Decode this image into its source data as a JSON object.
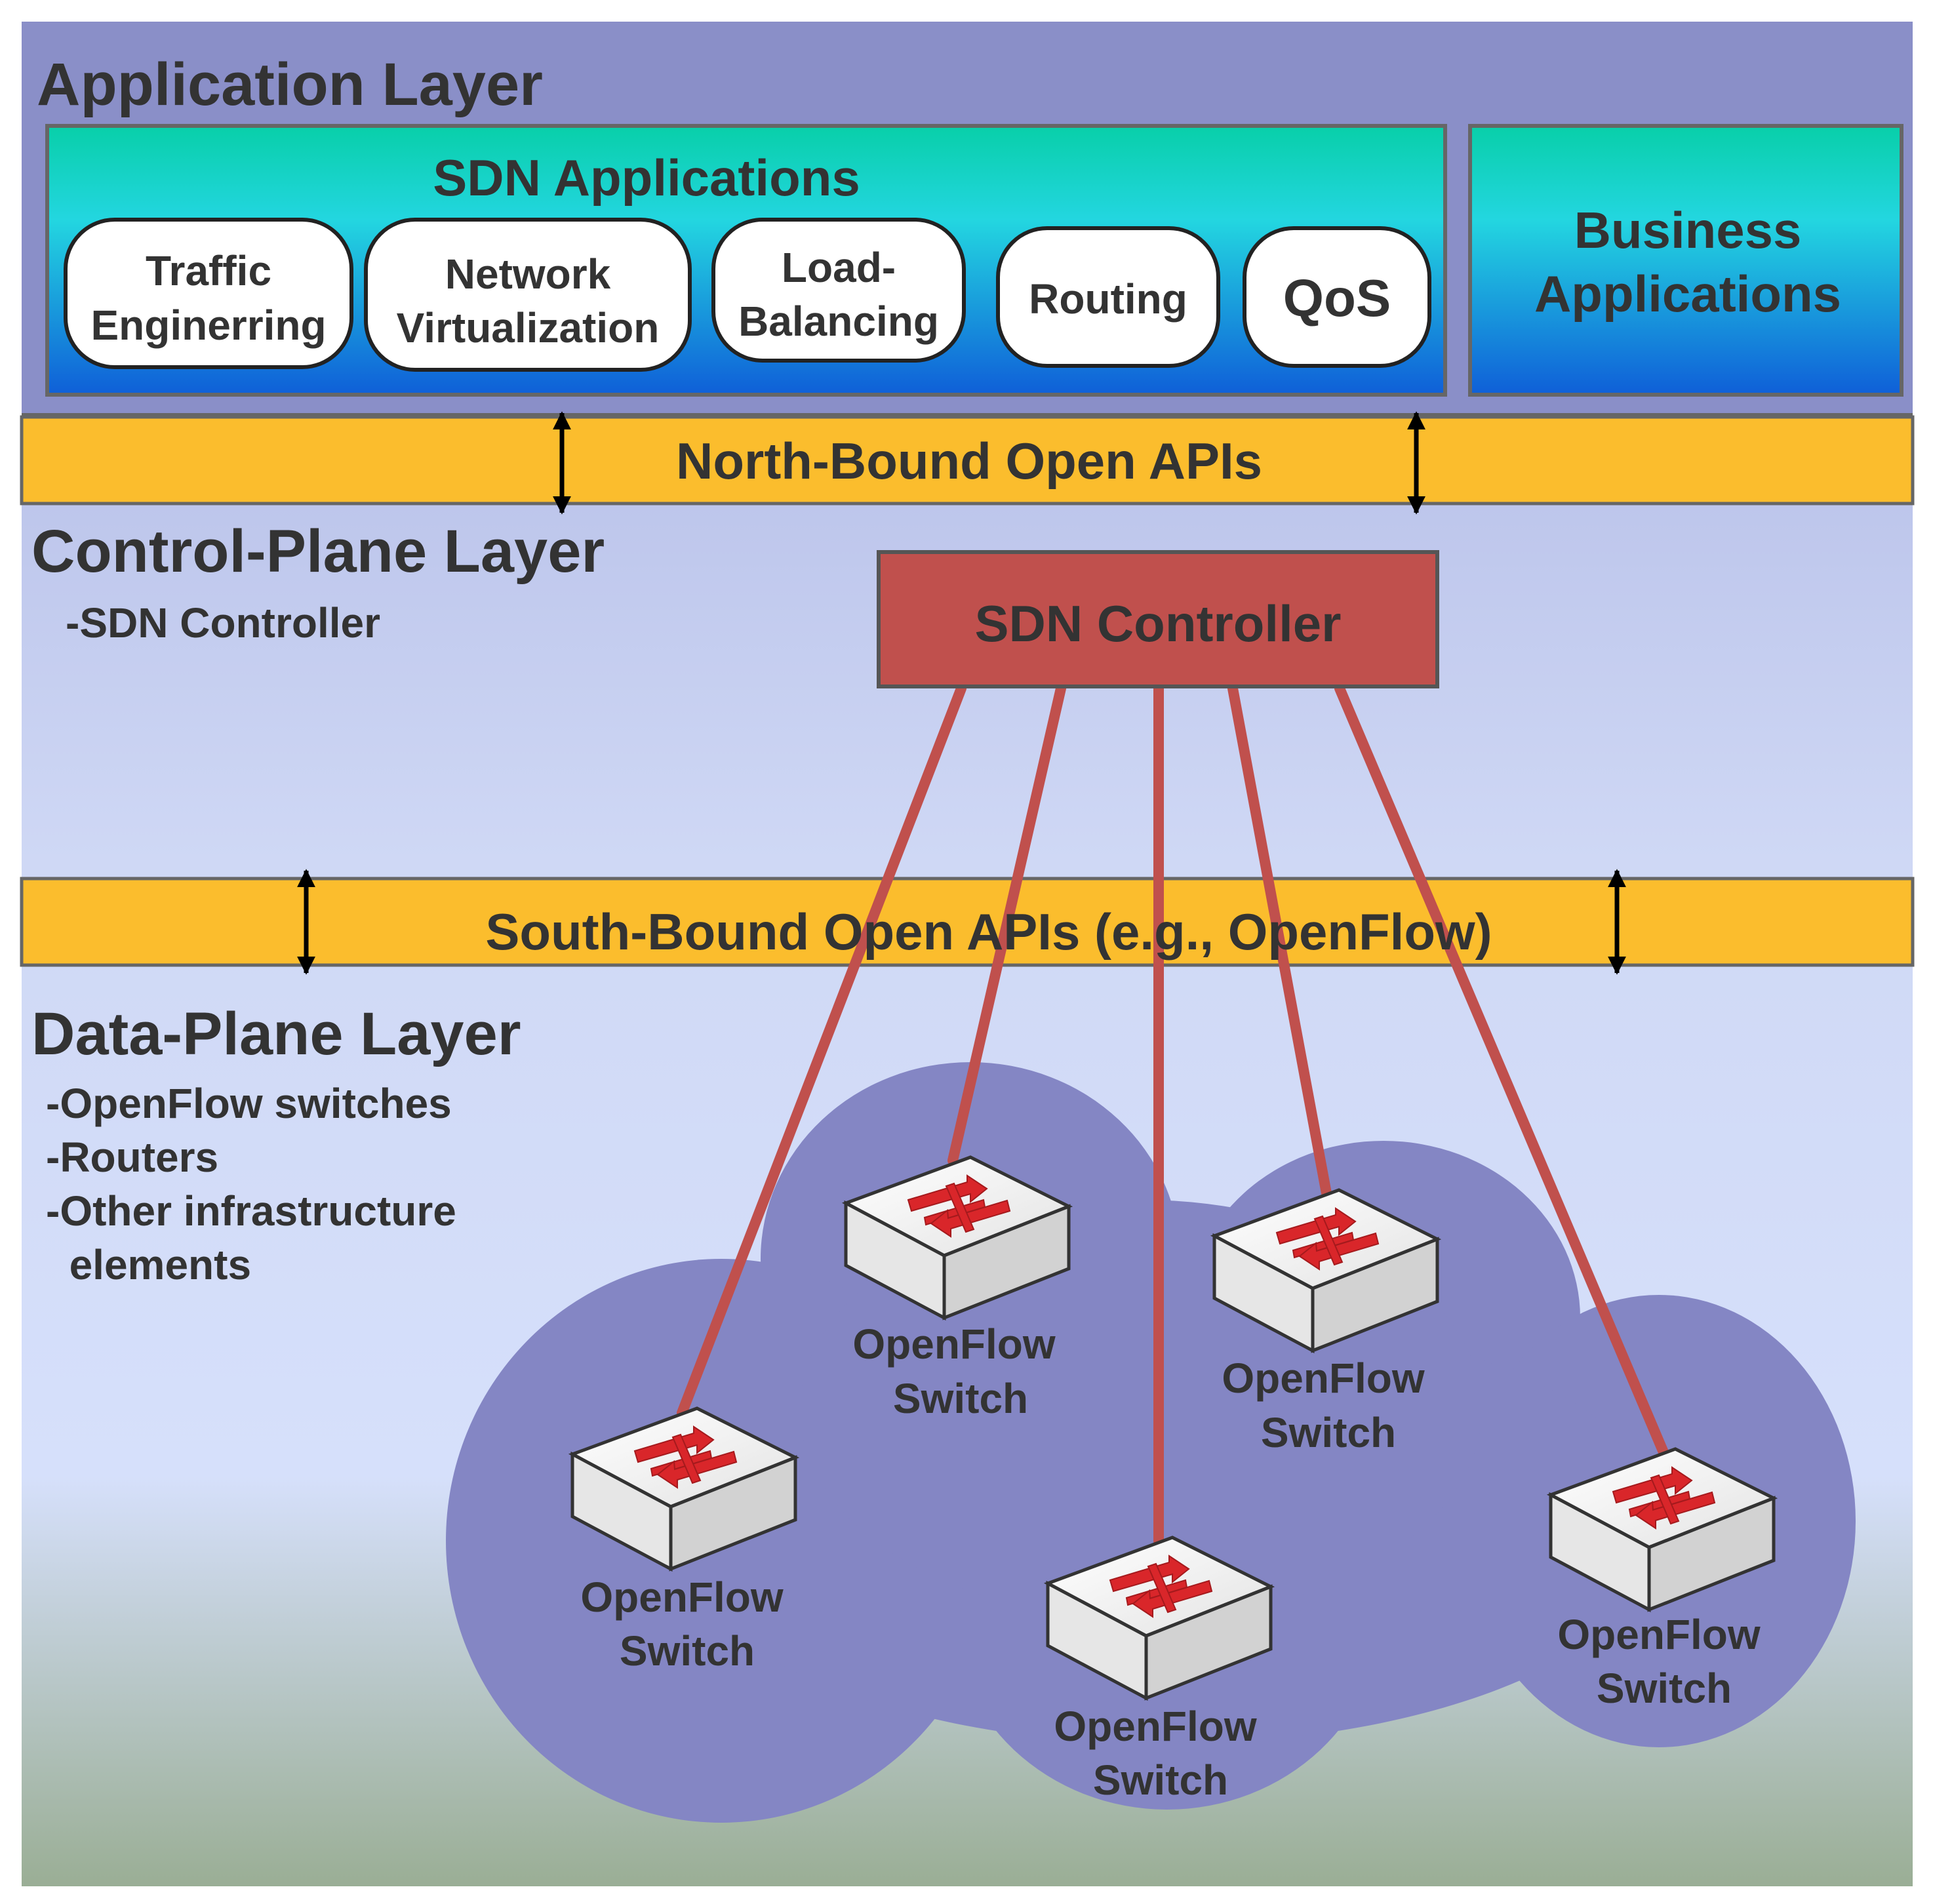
{
  "application_layer": {
    "title": "Application Layer",
    "sdn_applications": {
      "title": "SDN Applications",
      "apps": [
        {
          "lines": [
            "Traffic",
            "Enginerring"
          ]
        },
        {
          "lines": [
            "Network",
            "Virtualization"
          ]
        },
        {
          "lines": [
            "Load-",
            "Balancing"
          ]
        },
        {
          "lines": [
            "Routing"
          ]
        },
        {
          "lines": [
            "QoS"
          ]
        }
      ]
    },
    "business_applications": {
      "lines": [
        "Business",
        "Applications"
      ]
    }
  },
  "north_bound": {
    "label": "North-Bound Open APIs"
  },
  "control_plane": {
    "title": "Control-Plane Layer",
    "subtitle": "-SDN Controller",
    "controller_label": "SDN Controller"
  },
  "south_bound": {
    "label": "South-Bound Open APIs (e.g., OpenFlow)"
  },
  "data_plane": {
    "title": "Data-Plane Layer",
    "items": [
      "-OpenFlow switches",
      "-Routers",
      "-Other infrastructure",
      "  elements"
    ]
  },
  "switches": [
    {
      "lines": [
        "OpenFlow",
        "Switch"
      ]
    },
    {
      "lines": [
        "OpenFlow",
        "Switch"
      ]
    },
    {
      "lines": [
        "OpenFlow",
        "Switch"
      ]
    },
    {
      "lines": [
        "OpenFlow",
        "Switch"
      ]
    },
    {
      "lines": [
        "OpenFlow",
        "Switch"
      ]
    }
  ],
  "colors": {
    "app_layer_bg": "#8a8fc8",
    "api_band": "#fbbd2d",
    "controller": "#c0504d",
    "link": "#c0504d",
    "cloud": "#8486c4",
    "text": "#333333"
  }
}
